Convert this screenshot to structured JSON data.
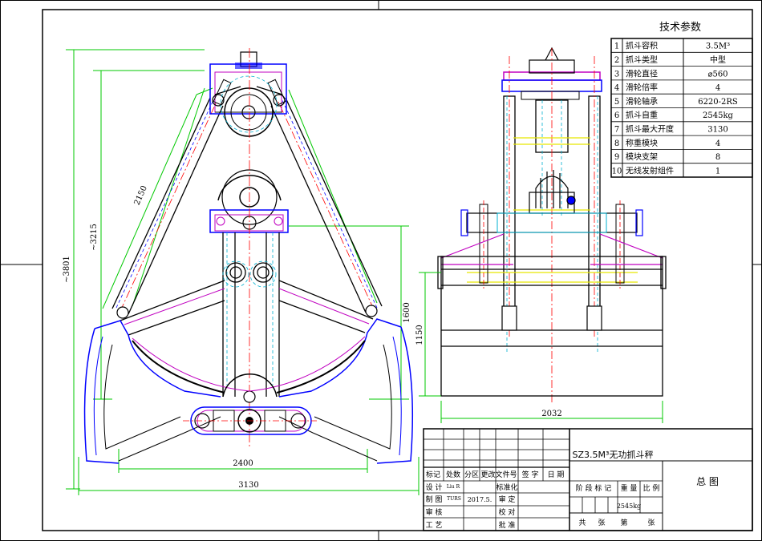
{
  "tech_params": {
    "title": "技术参数",
    "rows": [
      {
        "no": "1",
        "name": "抓斗容积",
        "value": "3.5M³"
      },
      {
        "no": "2",
        "name": "抓斗类型",
        "value": "中型"
      },
      {
        "no": "3",
        "name": "滑轮直径",
        "value": "⌀560"
      },
      {
        "no": "4",
        "name": "滑轮倍率",
        "value": "4"
      },
      {
        "no": "5",
        "name": "滑轮轴承",
        "value": "6220-2RS"
      },
      {
        "no": "6",
        "name": "抓斗自重",
        "value": "2545kg"
      },
      {
        "no": "7",
        "name": "抓斗最大开度",
        "value": "3130"
      },
      {
        "no": "8",
        "name": "称重模块",
        "value": "4"
      },
      {
        "no": "9",
        "name": "模块支架",
        "value": "8"
      },
      {
        "no": "10",
        "name": "无线发射组件",
        "value": "1"
      }
    ]
  },
  "dimensions": {
    "d3801": "~3801",
    "d3215": "~3215",
    "d2150": "2150",
    "d1600": "1600",
    "d2400": "2400",
    "d3130": "3130",
    "d1150": "1150",
    "d2032": "2032"
  },
  "title_block": {
    "drawing_name": "SZ3.5M³无功抓斗秤",
    "sheet_title": "总  图",
    "weight": "2545kg",
    "designer": "Liu R",
    "drafter": "TURS",
    "date": "2017.5.",
    "labels": {
      "mark": "标记",
      "zones": "处数",
      "partition": "分区",
      "change_doc": "更改文件号",
      "sign": "签  字",
      "date": "日  期",
      "design": "设  计",
      "standardize": "标准化",
      "draw": "制  图",
      "review": "审  定",
      "check": "审  核",
      "proofread": "校  对",
      "process": "工  艺",
      "approve": "批  准",
      "stage_mark": "阶 段 标 记",
      "weight_label": "重  量",
      "scale_label": "比  例",
      "total": "共",
      "sheets": "张",
      "sheet_no": "第",
      "sheet_unit": "张"
    }
  },
  "colors": {
    "outline": "#000000",
    "dimension": "#00c800",
    "centerline": "#ff0000",
    "blue": "#0000ff",
    "magenta": "#c000c0",
    "cyan": "#00b0d0",
    "yellow": "#e8e800"
  }
}
